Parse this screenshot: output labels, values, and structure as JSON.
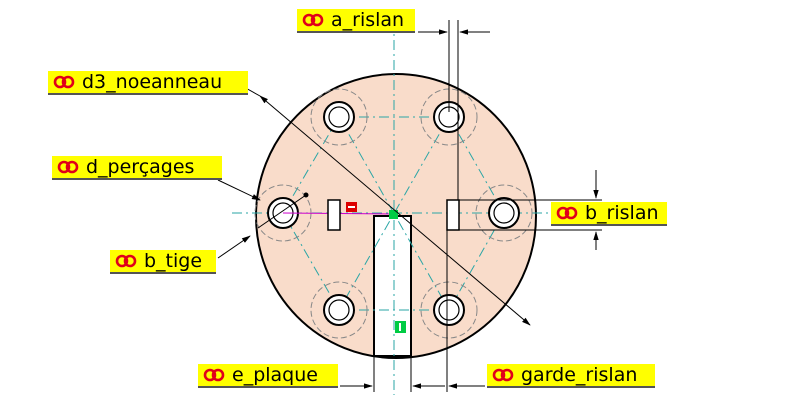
{
  "dimensions": [
    {
      "key": "a_rislan",
      "label": "a_rislan"
    },
    {
      "key": "d3_noeanneau",
      "label": "d3_noeanneau"
    },
    {
      "key": "d_percages",
      "label": "d_perçages"
    },
    {
      "key": "b_rislan",
      "label": "b_rislan"
    },
    {
      "key": "b_tige",
      "label": "b_tige"
    },
    {
      "key": "e_plaque",
      "label": "e_plaque"
    },
    {
      "key": "garde_rislan",
      "label": "garde_rislan"
    }
  ],
  "icon": "link-rings-icon",
  "colors": {
    "label_bg": "#ffff00",
    "plate_fill": "#f9dcca",
    "center_line": "#2aa6a6",
    "icon_red": "#e0001a",
    "marker_green": "#00cc44",
    "marker_red": "#dd0000",
    "construction_magenta": "#cc00cc"
  }
}
